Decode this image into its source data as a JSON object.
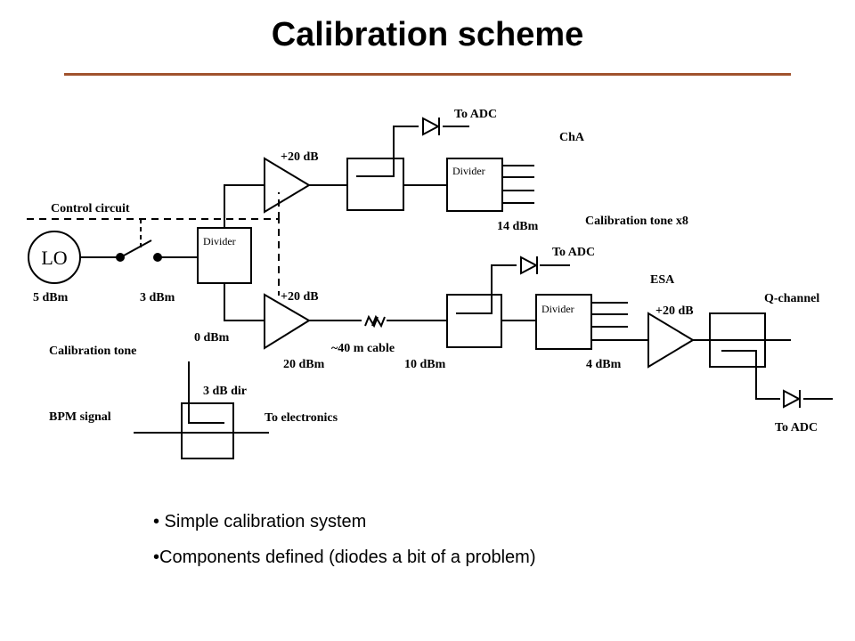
{
  "title": "Calibration scheme",
  "accent_color": "#a0522d",
  "diagram": {
    "lo": "LO",
    "control_circuit": "Control circuit",
    "lo_power": "5 dBm",
    "switch_power": "3 dBm",
    "divider": "Divider",
    "divider_out_power": "0 dBm",
    "gain_top": "+20 dB",
    "gain_bottom": "+20 dB",
    "gain_esa": "+20 dB",
    "to_adc": "To ADC",
    "cha": "ChA",
    "cal_tone_x8": "Calibration tone x8",
    "power_14": "14 dBm",
    "power_20": "20 dBm",
    "cable": "~40 m cable",
    "power_10": "10 dBm",
    "power_4": "4 dBm",
    "esa": "ESA",
    "q_channel": "Q-channel",
    "cal_tone": "Calibration tone",
    "dir_3db": "3 dB dir",
    "bpm_signal": "BPM signal",
    "to_electronics": "To electronics"
  },
  "bullets": [
    "• Simple calibration system",
    "•Components defined (diodes a bit of a problem)"
  ]
}
